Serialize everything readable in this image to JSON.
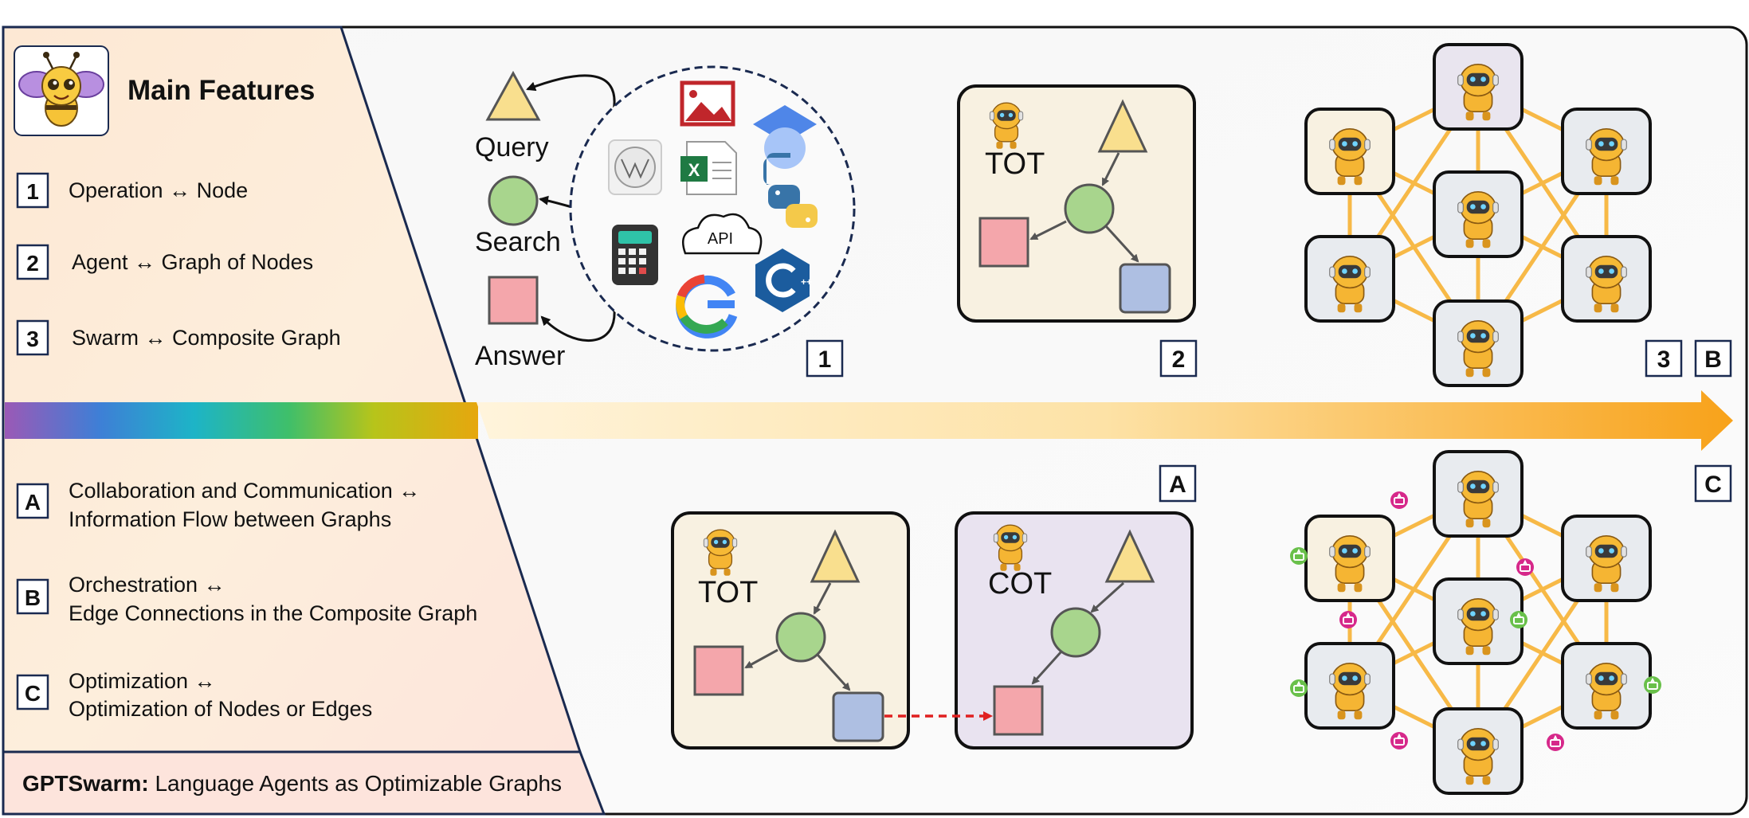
{
  "sidebar": {
    "title": "Main Features",
    "features": [
      {
        "num": "1",
        "text": "Operation ↔ Node"
      },
      {
        "num": "2",
        "text": "Agent ↔ Graph of Nodes"
      },
      {
        "num": "3",
        "text": "Swarm ↔ Composite Graph"
      }
    ],
    "lower_features": [
      {
        "num": "A",
        "line1": "Collaboration and Communication ↔",
        "line2": "Information Flow between Graphs"
      },
      {
        "num": "B",
        "line1": "Orchestration ↔",
        "line2": "Edge Connections in the Composite Graph"
      },
      {
        "num": "C",
        "line1": "Optimization ↔",
        "line2": "Optimization of Nodes or Edges"
      }
    ],
    "footer_bold": "GPTSwarm:",
    "footer_rest": " Language Agents as Optimizable Graphs"
  },
  "panel1": {
    "query": "Query",
    "search": "Search",
    "answer": "Answer",
    "api_label": "API",
    "badge": "1"
  },
  "panel2": {
    "label": "TOT",
    "badge": "2"
  },
  "panel3": {
    "badge3": "3",
    "badgeB": "B"
  },
  "lowerA": {
    "tot": "TOT",
    "cot": "COT",
    "badge": "A"
  },
  "lowerC": {
    "badge": "C"
  },
  "colors": {
    "triangle": "#f9df8e",
    "circle": "#a8d58d",
    "square_red": "#f4a6ab",
    "square_blue": "#aebfe2",
    "card_tan": "#f8f1e1",
    "card_lilac": "#e9e3f0",
    "edge_orange": "#f7b947",
    "dashed_red": "#e02020",
    "pink_node": "#d6288a",
    "green_node": "#69c04a"
  }
}
